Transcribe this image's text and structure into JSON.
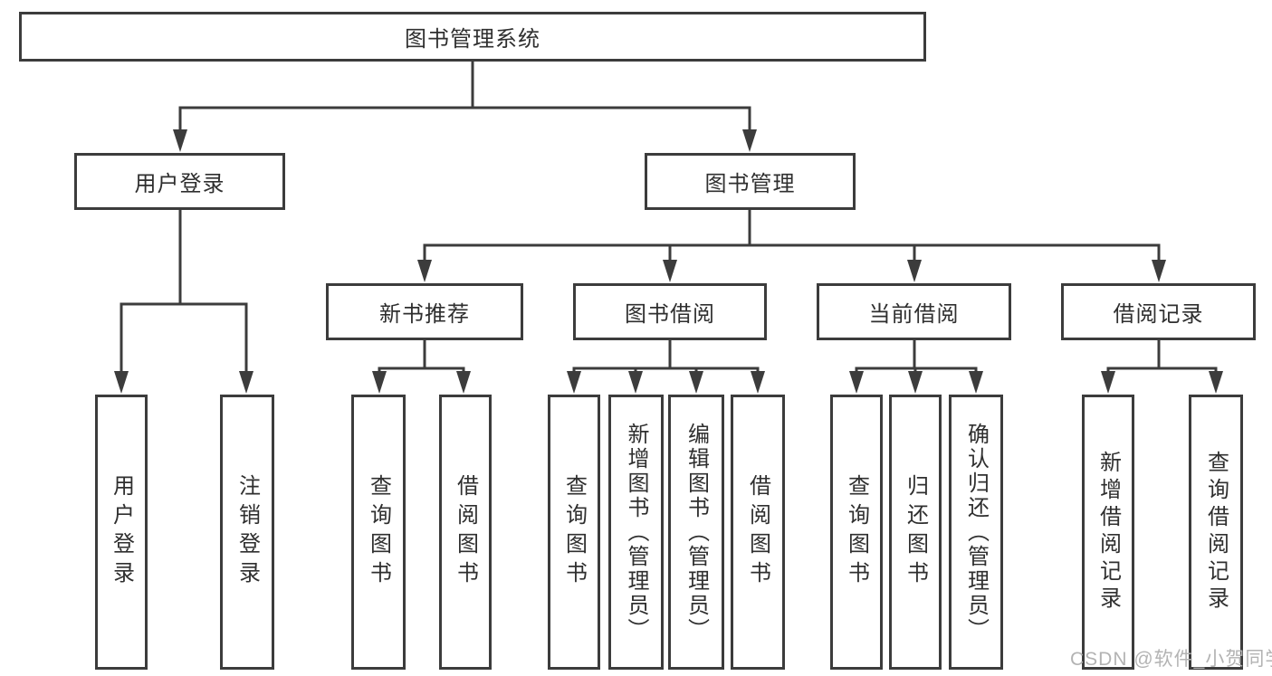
{
  "diagram": {
    "type": "hierarchy-tree",
    "tree": {
      "label": "图书管理系统",
      "children": [
        {
          "label": "用户登录",
          "children": [
            {
              "label": "用户登录"
            },
            {
              "label": "注销登录"
            }
          ]
        },
        {
          "label": "图书管理",
          "children": [
            {
              "label": "新书推荐",
              "children": [
                {
                  "label": "查询图书"
                },
                {
                  "label": "借阅图书"
                }
              ]
            },
            {
              "label": "图书借阅",
              "children": [
                {
                  "label": "查询图书"
                },
                {
                  "label": "新增图书（管理员）"
                },
                {
                  "label": "编辑图书（管理员）"
                },
                {
                  "label": "借阅图书"
                }
              ]
            },
            {
              "label": "当前借阅",
              "children": [
                {
                  "label": "查询图书"
                },
                {
                  "label": "归还图书"
                },
                {
                  "label": "确认归还（管理员）"
                }
              ]
            },
            {
              "label": "借阅记录",
              "children": [
                {
                  "label": "新增借阅记录"
                },
                {
                  "label": "查询借阅记录"
                }
              ]
            }
          ]
        }
      ]
    },
    "colors": {
      "line": "#3c3c3c",
      "text": "#2f2f2f",
      "background": "#ffffff",
      "watermark": "#b3b3b3"
    }
  },
  "watermark": {
    "text": "CSDN @软件_小贺同学"
  }
}
